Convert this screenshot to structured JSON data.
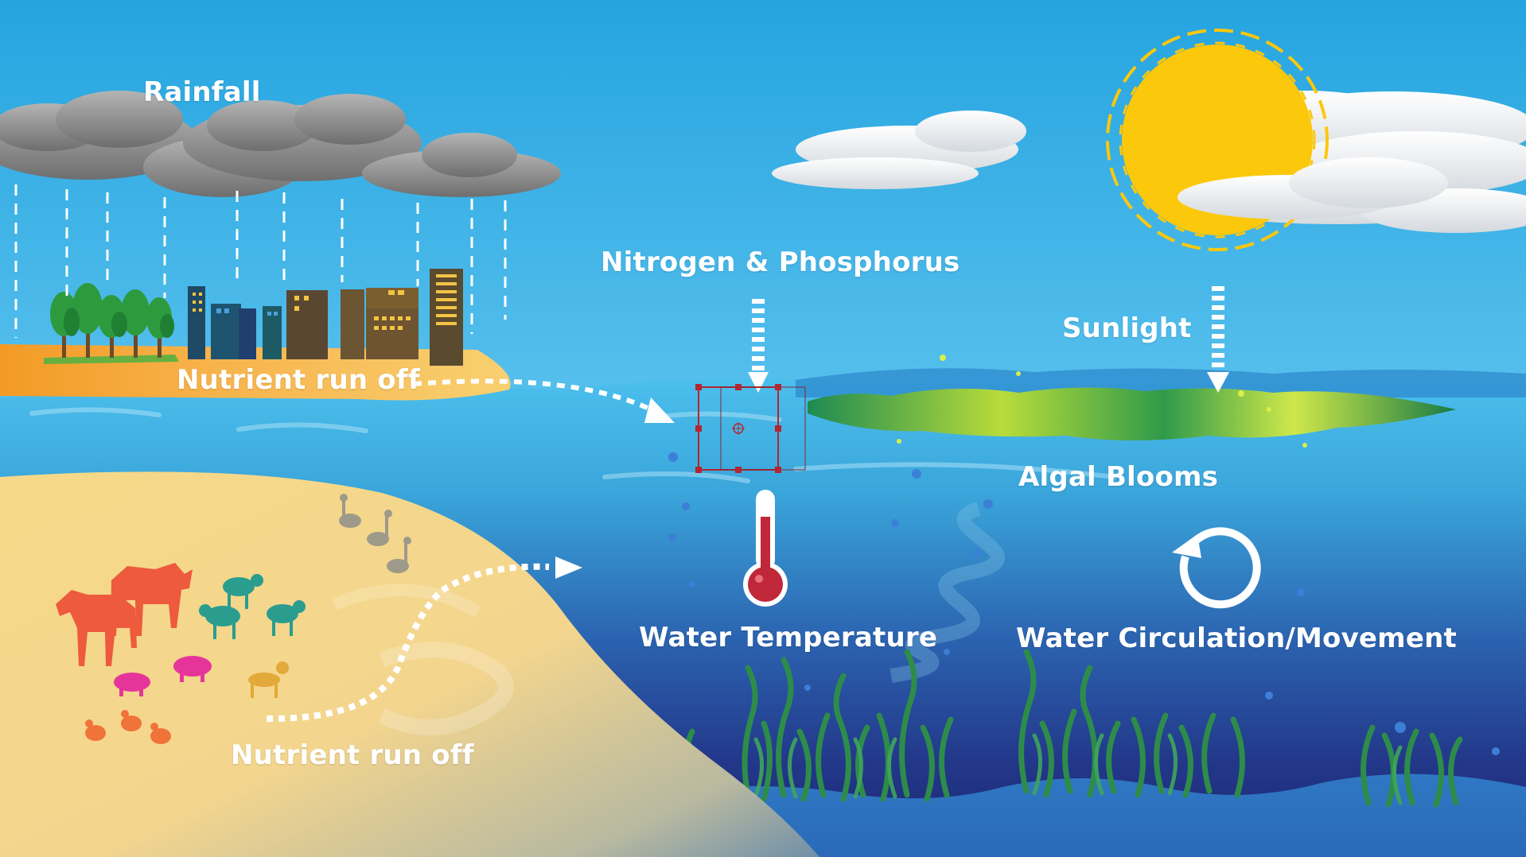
{
  "labels": {
    "rainfall": "Rainfall",
    "nutrient_runoff_top": "Nutrient run off",
    "nitrogen_phosphorus": "Nitrogen & Phosphorus",
    "sunlight": "Sunlight",
    "algal_blooms": "Algal Blooms",
    "water_temperature": "Water Temperature",
    "water_circulation": "Water Circulation/Movement",
    "nutrient_runoff_bottom": "Nutrient run off"
  },
  "colors": {
    "sky": "#29a8e0",
    "sun": "#fcc80b",
    "cloud_dark": "#8a8a8a",
    "cloud_light": "#e6e9ec",
    "water_surface": "#3fb5e8",
    "water_deep": "#1e2a78",
    "sand": "#f5d78a",
    "shore_top": "#f59d2a",
    "algae": "#1a8a4a",
    "algae_light": "#c6e23a",
    "thermometer": "#c0283a",
    "label_text": "#ffffff"
  }
}
